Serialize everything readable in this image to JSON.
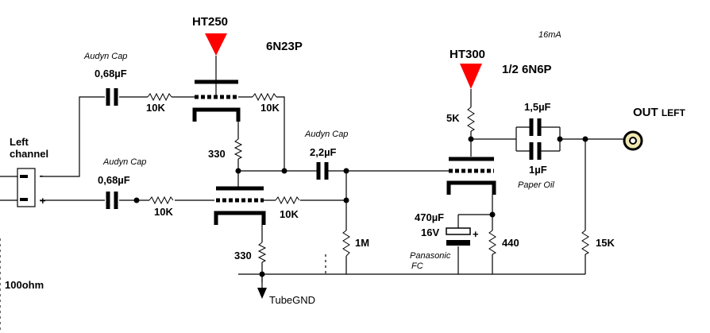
{
  "supplies": {
    "ht250": "HT250",
    "ht300": "HT300",
    "ground": "TubeGND"
  },
  "tubes": {
    "input": "6N23P",
    "output": "1/2 6N6P"
  },
  "current": "16mA",
  "input": {
    "title_line1": "Left",
    "title_line2": "channel",
    "minus": "-",
    "plus": "+",
    "resistor": "100ohm"
  },
  "output": {
    "out": "OUT",
    "side": "LEFT"
  },
  "capacitors": {
    "c1_brand": "Audyn Cap",
    "c1_value": "0,68µF",
    "c2_brand": "Audyn Cap",
    "c2_value": "0,68µF",
    "c3_brand": "Audyn Cap",
    "c3_value": "2,2µF",
    "c4_value": "1,5µF",
    "c5_value": "1µF",
    "c5_type": "Paper Oil",
    "c6_value": "470µF",
    "c6_voltage": "16V",
    "c6_plus": "+",
    "c6_brand_1": "Panasonic",
    "c6_brand_2": "FC"
  },
  "resistors": {
    "r1": "10K",
    "r2": "10K",
    "r3": "10K",
    "r4": "10K",
    "r5": "330",
    "r6": "330",
    "r7": "1M",
    "r8": "5K",
    "r9": "440",
    "r10": "15K"
  },
  "colors": {
    "supply_arrow": "#ff0000",
    "jack_fill": "#f0e8b0",
    "wire": "#000000"
  }
}
